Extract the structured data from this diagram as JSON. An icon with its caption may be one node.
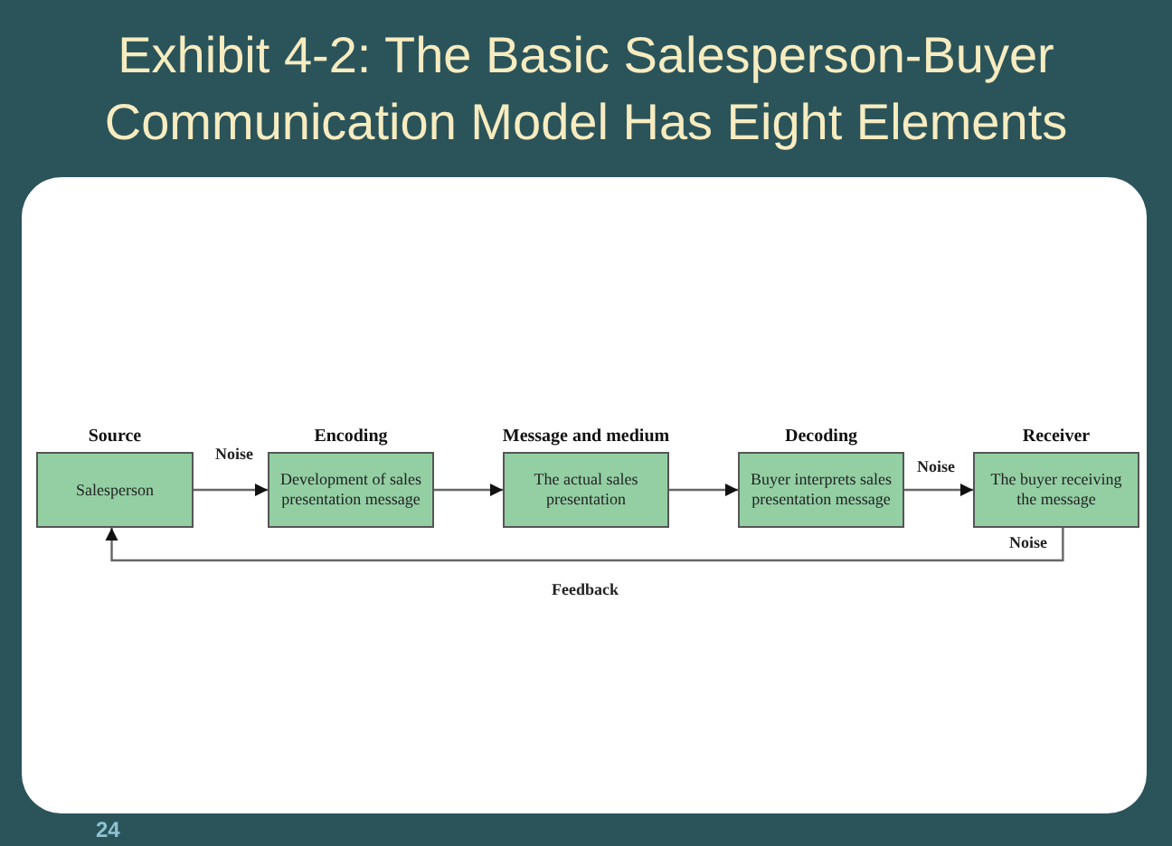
{
  "diagram": {
    "title": "Exhibit 4-2: The Basic Salesperson-Buyer Communication Model Has Eight Elements",
    "nodes": [
      {
        "text": [
          "Source",
          "Salesperson"
        ]
      },
      {
        "text": [
          "Encoding",
          "Development of sales presentation message"
        ]
      },
      {
        "text": [
          "Message and medium",
          "The actual sales presentation"
        ]
      },
      {
        "text": [
          "Decoding",
          "Buyer interprets sales presentation message"
        ]
      },
      {
        "text": [
          "Receiver",
          "The buyer receiving the message"
        ]
      }
    ],
    "edges": [
      {
        "from": 0,
        "to": 1,
        "arrow": "to",
        "label": "Noise"
      },
      {
        "from": 1,
        "to": 2,
        "arrow": "to"
      },
      {
        "from": 2,
        "to": 3,
        "arrow": "to"
      },
      {
        "from": 3,
        "to": 4,
        "arrow": "to",
        "label": "Noise"
      },
      {
        "from": 4,
        "to": 0,
        "arrow": "to",
        "label": "Feedback"
      }
    ],
    "labels": [
      "Noise",
      "24"
    ]
  }
}
